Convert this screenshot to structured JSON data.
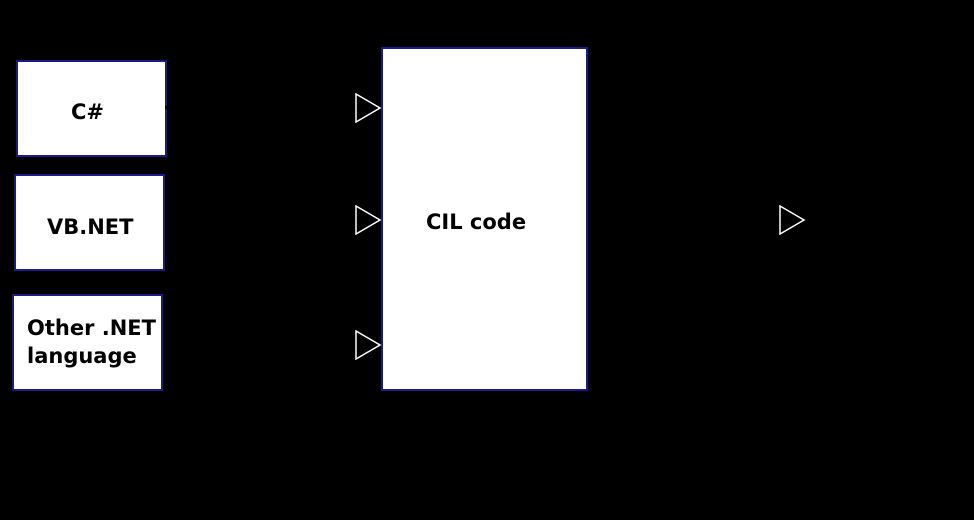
{
  "diagram": {
    "background": "#000000",
    "box_fill": "#ffffff",
    "box_border": "#1a1a8c",
    "arrow_stroke": "#ffffff",
    "sources": [
      {
        "id": "csharp",
        "label": "C#"
      },
      {
        "id": "vbnet",
        "label": "VB.NET"
      },
      {
        "id": "other",
        "label": "Other .NET\nlanguage"
      }
    ],
    "target": {
      "id": "cil",
      "label": "CIL code"
    },
    "edges": [
      {
        "from": "csharp",
        "to": "cil"
      },
      {
        "from": "vbnet",
        "to": "cil"
      },
      {
        "from": "other",
        "to": "cil"
      },
      {
        "from": "cil",
        "to": "output"
      }
    ]
  }
}
